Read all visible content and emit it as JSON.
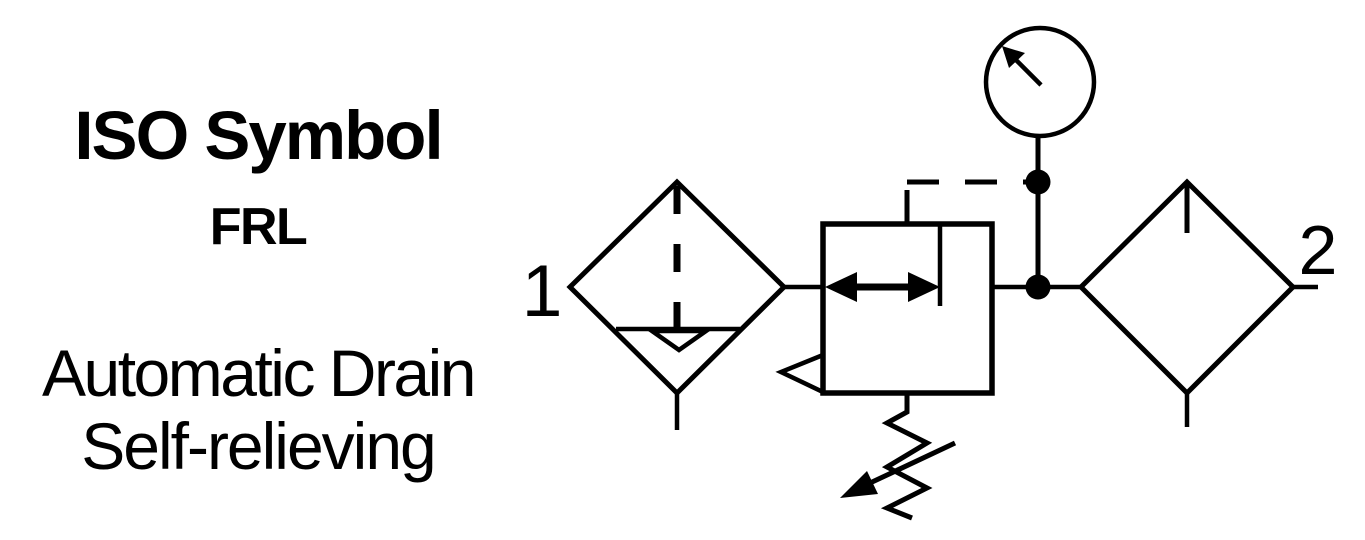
{
  "header": {
    "title": "ISO Symbol",
    "subtitle": "FRL"
  },
  "caption": {
    "line1": "Automatic Drain",
    "line2": "Self-relieving"
  },
  "diagram": {
    "port_in_label": "1",
    "port_out_label": "2",
    "component_icons": [
      "filter-with-automatic-drain-icon",
      "pressure-regulator-self-relieving-icon",
      "adjustment-spring-icon",
      "pressure-gauge-icon",
      "lubricator-icon"
    ],
    "colors": {
      "ink": "#000000",
      "background": "#ffffff"
    }
  }
}
